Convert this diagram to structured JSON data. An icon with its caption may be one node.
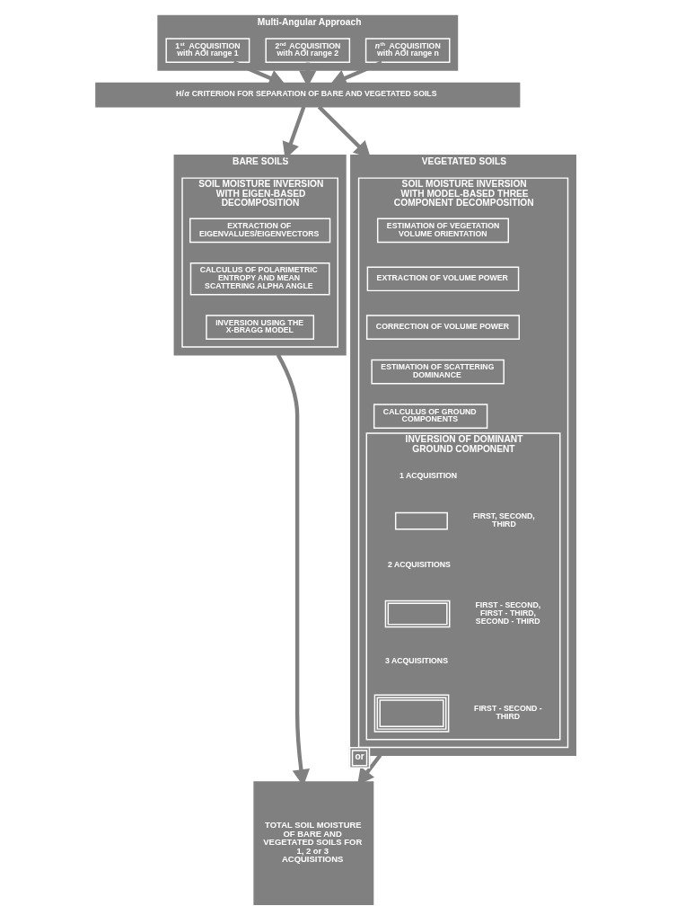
{
  "diagram": {
    "nodes": [
      {
        "text": [
          "Multi-Angular Approach"
        ]
      },
      {
        "text": [
          "1$^{st}$ ACQUISITION with AOI range 1"
        ],
        "in": 0
      },
      {
        "text": [
          "2$^{nd}$ ACQUISITION with AOI range 2"
        ],
        "in": 0
      },
      {
        "text": [
          "*n*$^{th}$ ACQUISITION with AOI range n"
        ],
        "in": 0
      },
      {
        "text": [
          "H/*α* CRITERION FOR SEPARATION OF BARE AND VEGETATED SOILS"
        ]
      },
      {
        "text": [
          "BARE SOILS"
        ]
      },
      {
        "text": [
          "SOIL MOISTURE INVERSION WITH EIGEN-BASED DECOMPOSITION"
        ],
        "in": 5
      },
      {
        "text": [
          "EXTRACTION OF EIGENVALUES/EIGENVECTORS"
        ],
        "in": 6
      },
      {
        "text": [
          "CALCULUS OF POLARIMETRIC ENTROPY AND MEAN SCATTERING ALPHA ANGLE"
        ],
        "in": 6
      },
      {
        "text": [
          "INVERSION USING THE X-BRAGG MODEL"
        ],
        "in": 6
      },
      {
        "text": [
          "VEGETATED SOILS"
        ]
      },
      {
        "text": [
          "SOIL MOISTURE INVERSION WITH MODEL-BASED THREE COMPONENT DECOMPOSITION"
        ],
        "in": 10
      },
      {
        "text": [
          "ESTIMATION OF VEGETATION VOLUME ORIENTATION"
        ],
        "in": 11
      },
      {
        "text": [
          "EXTRACTION OF VOLUME POWER"
        ],
        "in": 11
      },
      {
        "text": [
          "CORRECTION OF VOLUME POWER"
        ],
        "in": 11
      },
      {
        "text": [
          "ESTIMATION OF SCATTERING DOMINANCE"
        ],
        "in": 11
      },
      {
        "text": [
          "CALCULUS OF GROUND COMPONENTS"
        ],
        "in": 11
      },
      {
        "text": [
          "INVERSION OF DOMINANT GROUND COMPONENT"
        ],
        "in": 11
      },
      {
        "text": [
          "1 ACQUISITION"
        ],
        "in": 17
      },
      {
        "text": [],
        "shape": "box",
        "in": 17,
        "beside": [
          "FIRST, SECOND, THIRD"
        ]
      },
      {
        "text": [
          "2 ACQUISITIONS"
        ],
        "in": 17
      },
      {
        "text": [],
        "shape": "box",
        "in": 17,
        "beside": [
          "FIRST - SECOND, FIRST - THIRD, SECOND - THIRD"
        ]
      },
      {
        "text": [
          "3 ACQUISITIONS"
        ],
        "in": 17
      },
      {
        "text": [],
        "shape": "box",
        "in": 17,
        "beside": [
          "FIRST - SECOND - THIRD"
        ]
      },
      {
        "text": [
          "TOTAL SOIL MOISTURE OF BARE AND VEGETATED SOILS FOR 1, 2 or 3 ACQUISITIONS"
        ]
      }
    ],
    "edges": [
      {
        "from": 1,
        "to": 4,
        "arrow": "to"
      },
      {
        "from": 2,
        "to": 4,
        "arrow": "to"
      },
      {
        "from": 3,
        "to": 4,
        "arrow": "to"
      },
      {
        "from": 4,
        "to": 5,
        "arrow": "to"
      },
      {
        "from": 4,
        "to": 10,
        "arrow": "to"
      },
      {
        "from": 5,
        "to": 24,
        "arrow": "to"
      },
      {
        "from": 10,
        "to": 24,
        "arrow": "to",
        "label": "or"
      }
    ]
  }
}
